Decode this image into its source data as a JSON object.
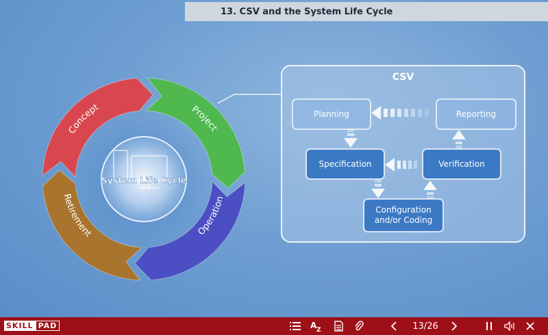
{
  "slide": {
    "title": "13. CSV and the System Life Cycle"
  },
  "cycle": {
    "center_label": "System Life Cycle",
    "segments": [
      {
        "label": "Concept",
        "color": "#d8474f"
      },
      {
        "label": "Project",
        "color": "#4fb84f"
      },
      {
        "label": "Operation",
        "color": "#4b4fc3"
      },
      {
        "label": "Retirement",
        "color": "#a8742e"
      }
    ]
  },
  "csv": {
    "title": "CSV",
    "steps": {
      "planning": "Planning",
      "reporting": "Reporting",
      "specification": "Specification",
      "verification": "Verification",
      "config_line1": "Configuration",
      "config_line2": "and/or Coding"
    }
  },
  "player": {
    "logo_part1": "SKILL",
    "logo_part2": "PAD",
    "page_indicator": "13/26",
    "accent_color": "#9e1018",
    "icons": [
      "menu-icon",
      "glossary-icon",
      "document-icon",
      "attachment-icon",
      "prev-icon",
      "next-icon",
      "pause-icon",
      "audio-icon",
      "close-icon"
    ]
  }
}
